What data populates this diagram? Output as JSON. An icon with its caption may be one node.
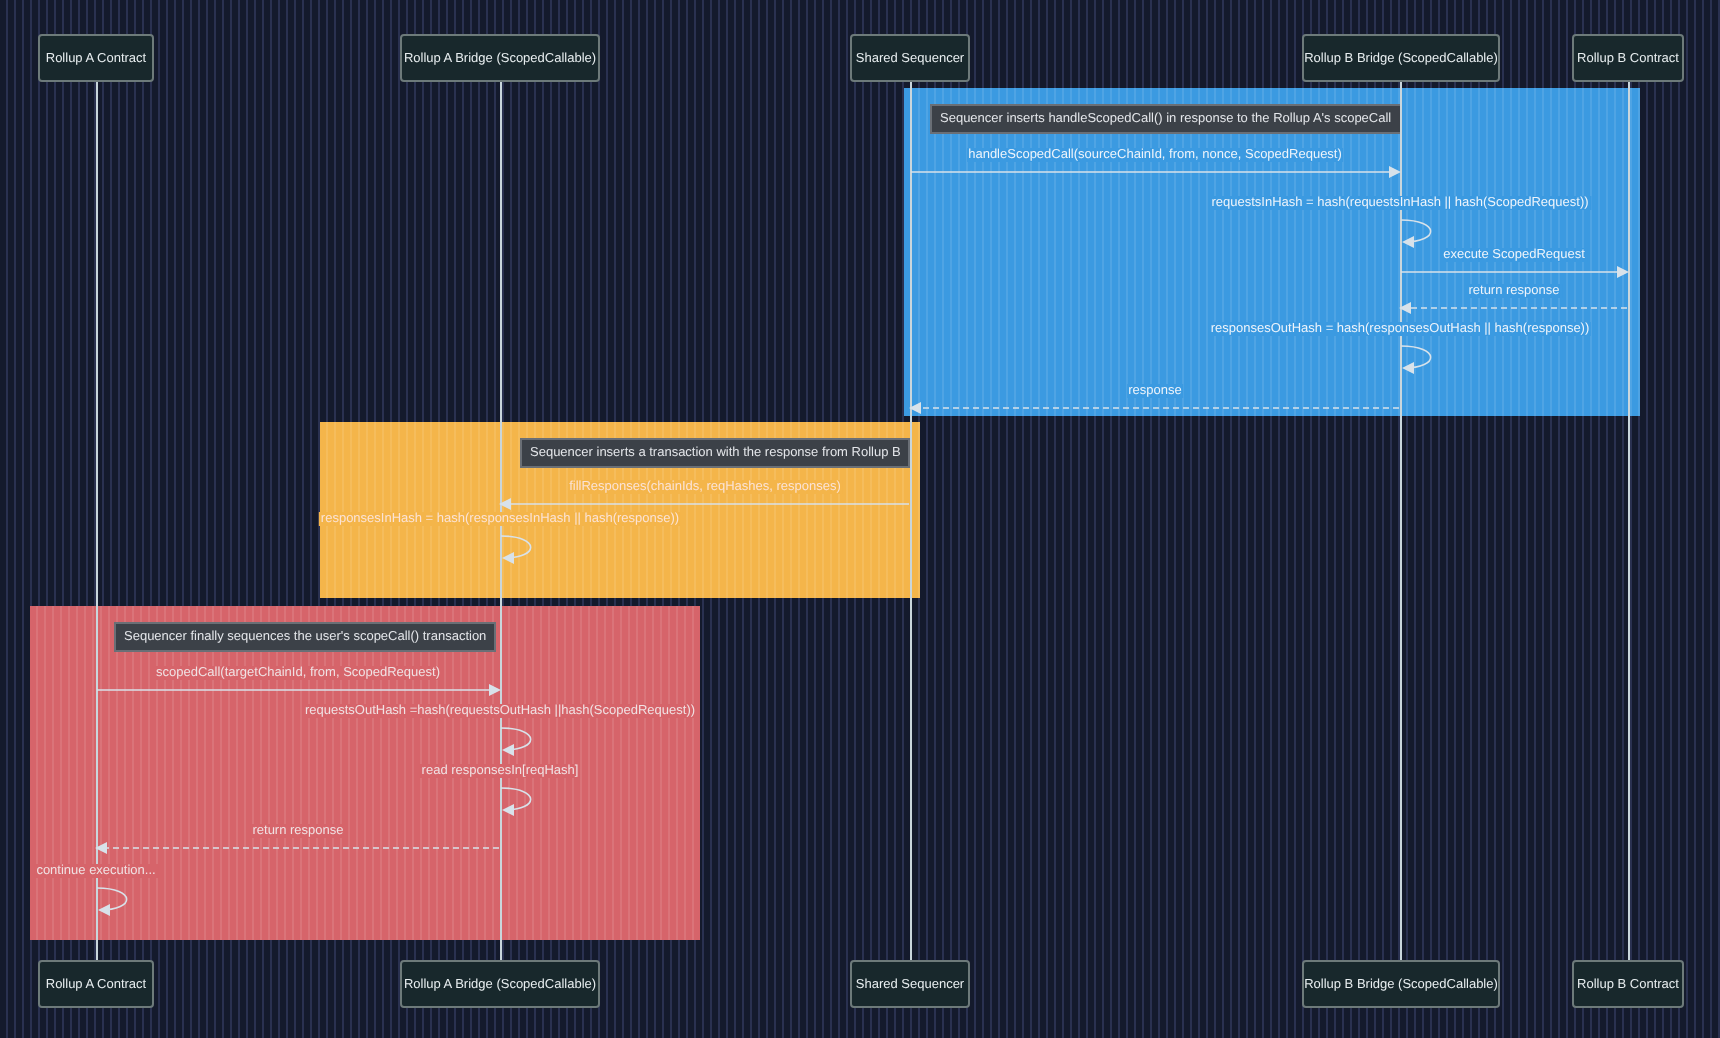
{
  "diagram": {
    "nodes": [
      {
        "text": [
          "Rollup A Contract"
        ]
      },
      {
        "text": [
          "Rollup A Bridge (ScopedCallable)"
        ]
      },
      {
        "text": [
          "Shared Sequencer"
        ]
      },
      {
        "text": [
          "Rollup B Bridge (ScopedCallable)"
        ]
      },
      {
        "text": [
          "Rollup B Contract"
        ]
      },
      {
        "text": [],
        "shape": "bar"
      },
      {
        "text": [],
        "shape": "bar"
      },
      {
        "text": [],
        "shape": "bar"
      },
      {
        "text": [],
        "shape": "bar"
      },
      {
        "text": [],
        "shape": "bar"
      },
      {
        "text": [
          "Rollup A Contract"
        ]
      },
      {
        "text": [
          "Rollup A Bridge (ScopedCallable)"
        ]
      },
      {
        "text": [
          "Shared Sequencer"
        ]
      },
      {
        "text": [
          "Rollup B Bridge (ScopedCallable)"
        ]
      },
      {
        "text": [
          "Rollup B Contract"
        ]
      },
      {
        "text": [],
        "shape": "box"
      },
      {
        "text": [],
        "shape": "box"
      },
      {
        "text": [],
        "shape": "box"
      },
      {
        "text": [
          "Sequencer inserts handleScopedCall() in response to the Rollup A's scopeCall"
        ],
        "in": 15
      },
      {
        "text": [
          "Sequencer inserts a transaction with the response from Rollup B"
        ],
        "in": 16
      },
      {
        "text": [
          "Sequencer finally sequences the user's scopeCall() transaction"
        ],
        "in": 17
      }
    ],
    "edges": [
      {
        "from": 7,
        "to": 8,
        "arrow": "to",
        "label": "handleScopedCall(sourceChainId, from, nonce, ScopedRequest)"
      },
      {
        "from": 8,
        "to": 8,
        "arrow": "to",
        "label": "requestsInHash = hash(requestsInHash || hash(ScopedRequest))"
      },
      {
        "from": 8,
        "to": 9,
        "arrow": "to",
        "label": "execute ScopedRequest"
      },
      {
        "from": 9,
        "to": 8,
        "arrow": "to",
        "label": "return response",
        "style": "dashed"
      },
      {
        "from": 8,
        "to": 8,
        "arrow": "to",
        "label": "responsesOutHash = hash(responsesOutHash || hash(response))"
      },
      {
        "from": 8,
        "to": 7,
        "arrow": "to",
        "label": "response",
        "style": "dashed"
      },
      {
        "from": 7,
        "to": 6,
        "arrow": "to",
        "label": "fillResponses(chainIds, reqHashes, responses)"
      },
      {
        "from": 6,
        "to": 6,
        "arrow": "to",
        "label": "responsesInHash = hash(responsesInHash || hash(response))"
      },
      {
        "from": 5,
        "to": 6,
        "arrow": "to",
        "label": "scopedCall(targetChainId, from, ScopedRequest)"
      },
      {
        "from": 6,
        "to": 6,
        "arrow": "to",
        "label": "requestsOutHash =hash(requestsOutHash ||hash(ScopedRequest))"
      },
      {
        "from": 6,
        "to": 6,
        "arrow": "to",
        "label": "read responsesIn[reqHash]"
      },
      {
        "from": 6,
        "to": 5,
        "arrow": "to",
        "label": "return response",
        "style": "dashed"
      },
      {
        "from": 5,
        "to": 5,
        "arrow": "to",
        "label": "continue execution..."
      }
    ]
  }
}
